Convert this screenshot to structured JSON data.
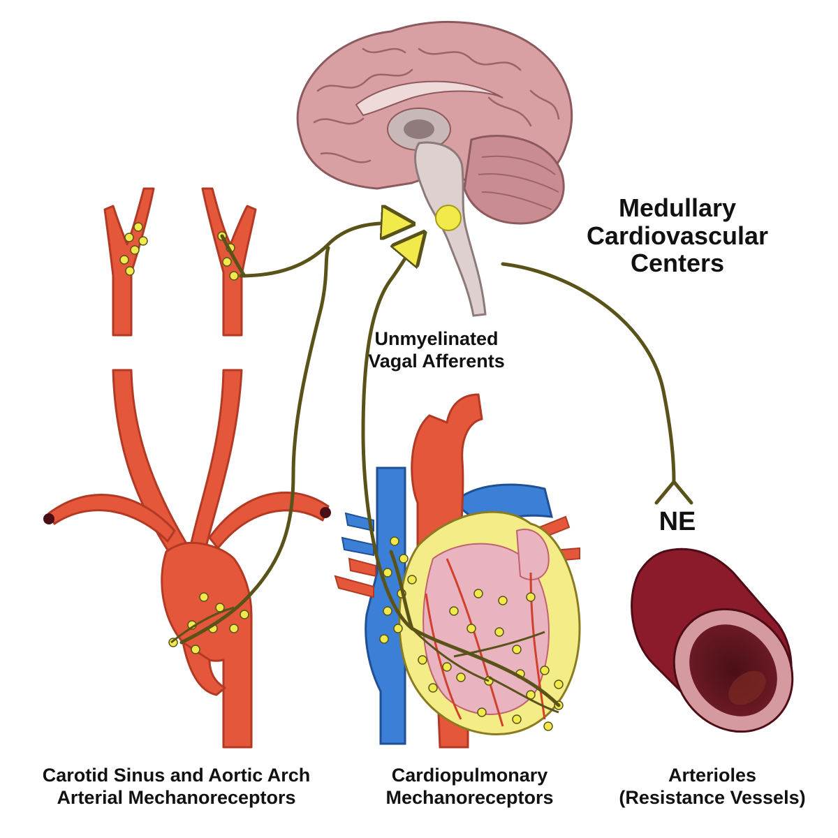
{
  "labels": {
    "medulla": [
      "Medullary",
      "Cardiovascular",
      "Centers"
    ],
    "vagal": [
      "Unmyelinated",
      "Vagal Afferents"
    ],
    "ne": "NE",
    "carotid": [
      "Carotid Sinus and Aortic Arch",
      "Arterial Mechanoreceptors"
    ],
    "cardiopulmonary": [
      "Cardiopulmonary",
      "Mechanoreceptors"
    ],
    "arterioles": [
      "Arterioles",
      "(Resistance Vessels)"
    ]
  },
  "colors": {
    "artery": "#e4573a",
    "artery_dark": "#b23a24",
    "vein": "#3b7fd6",
    "nerve": "#59531a",
    "receptor": "#f2ea4a",
    "brain": "#d9a0a3",
    "brainstem": "#ddd0cf",
    "arteriole": "#8b1a2a",
    "heart_fat": "#f4ec86",
    "heart_muscle": "#e9b4c0"
  },
  "icons": {
    "brain": "brain-illustration",
    "carotid": "carotid-aortic-artery-illustration",
    "heart": "heart-illustration",
    "arteriole": "arteriole-vessel-illustration",
    "medulla_center": "medulla-center-dot"
  }
}
